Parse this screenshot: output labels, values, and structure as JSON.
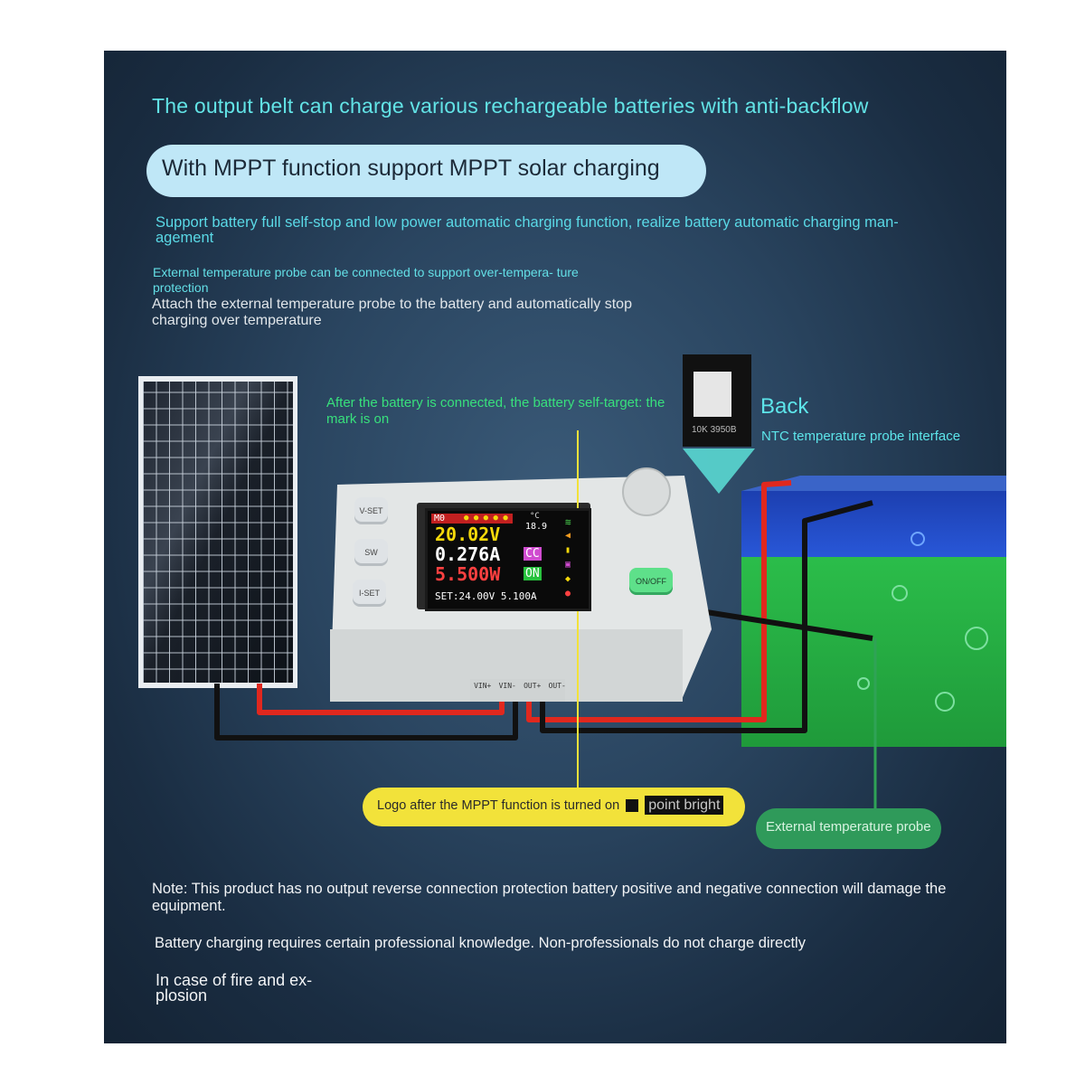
{
  "headline": "The output belt can charge various rechargeable batteries with anti-backflow",
  "feature_pill": "With MPPT function support MPPT solar charging",
  "paragraph_1": "Support battery full self-stop and low power automatic charging function, realize battery automatic charging man- agement",
  "paragraph_2": "External temperature probe can be connected to support over-tempera- ture protection",
  "paragraph_3": "Attach the external temperature probe to the battery and automatically stop charging over temperature",
  "battery_callout": "After the battery is connected, the battery self-target: the mark is on",
  "back_title": "Back",
  "back_subtitle": "NTC temperature probe interface",
  "probe_model": "10K 3950B",
  "mppt_callout": "Logo after the MPPT function is turned on",
  "mppt_callout_tail": "point bright",
  "probe_label": "External temperature probe",
  "note_1": "Note: This product has no output reverse connection protection battery positive and negative connection will damage the equipment.",
  "note_2": "Battery charging requires certain professional knowledge. Non-professionals do not charge directly",
  "note_3": "In case of fire and ex- plosion",
  "device": {
    "buttons": [
      "V-SET",
      "SW",
      "I-SET"
    ],
    "onoff_button": "ON/OFF",
    "terminals": [
      "VIN+",
      "VIN-",
      "OUT+",
      "OUT-"
    ],
    "display": {
      "mode": "M0",
      "temperature_unit": "°C",
      "temperature": "18.9",
      "voltage": "20.02V",
      "current": "0.276A",
      "power": "5.500W",
      "mode_badge": "CC",
      "state_badge": "ON",
      "setpoint": "SET:24.00V 5.100A"
    }
  },
  "colors": {
    "panel_bg": "#243d55",
    "headline": "#62e3e6",
    "pill_bg": "#bfe7f7",
    "callout_yellow": "#f2e23a",
    "callout_green": "#2f9a5a",
    "wire_red": "#e0281e",
    "wire_black": "#111111"
  }
}
